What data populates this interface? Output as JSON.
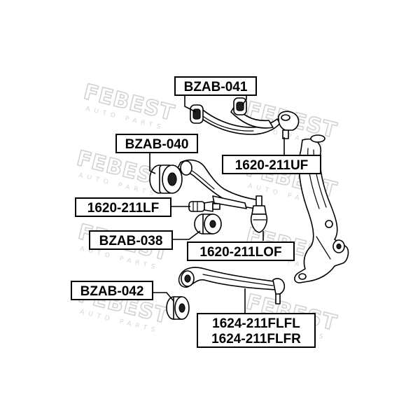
{
  "watermark": {
    "brand": "FEBEST",
    "tagline": "AUTO PARTS"
  },
  "labels": [
    {
      "id": "bzab-041",
      "text": "BZAB-041"
    },
    {
      "id": "bzab-040",
      "text": "BZAB-040"
    },
    {
      "id": "1620-211uf",
      "text": "1620-211UF"
    },
    {
      "id": "1620-211lf",
      "text": "1620-211LF"
    },
    {
      "id": "bzab-038",
      "text": "BZAB-038"
    },
    {
      "id": "1620-211lof",
      "text": "1620-211LOF"
    },
    {
      "id": "bzab-042",
      "text": "BZAB-042"
    },
    {
      "id": "1624-211flfl",
      "text": "1624-211FLFL"
    },
    {
      "id": "1624-211flfr",
      "text": "1624-211FLFR"
    }
  ]
}
